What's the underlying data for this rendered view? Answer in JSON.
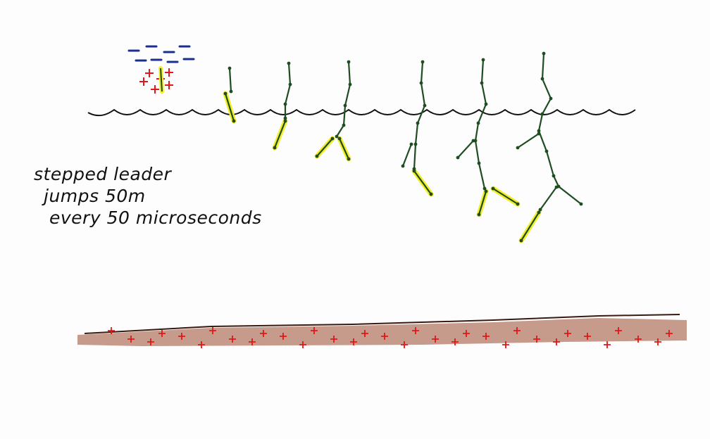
{
  "annotation": {
    "line1": "stepped leader",
    "line2": "jumps  50m",
    "line3": "every 50 microseconds"
  },
  "colors": {
    "cloud_negative_charge": "#1a2f8f",
    "positive_charge": "#e01818",
    "leader_step": "#1f4d22",
    "newest_step_highlight": "#f2ee2a",
    "cloud_base": "#111111",
    "ground": "#9a4a2e"
  },
  "symbols": {
    "negative_charge": "−",
    "positive_charge": "+"
  }
}
